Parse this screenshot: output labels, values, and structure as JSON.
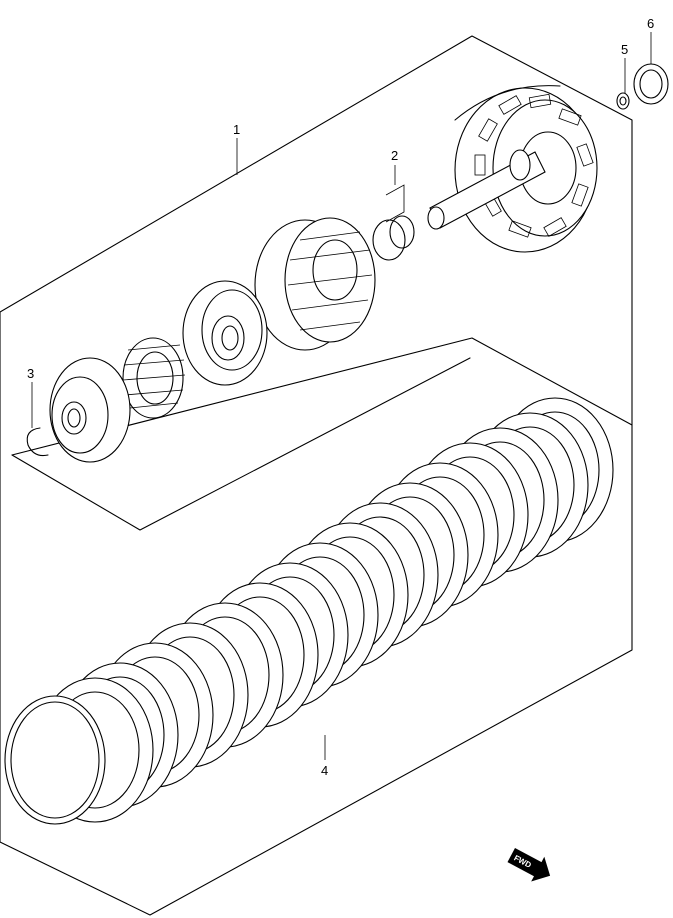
{
  "callouts": [
    {
      "id": "1",
      "label": "1"
    },
    {
      "id": "2",
      "label": "2"
    },
    {
      "id": "3",
      "label": "3"
    },
    {
      "id": "4",
      "label": "4"
    },
    {
      "id": "5",
      "label": "5"
    },
    {
      "id": "6",
      "label": "6"
    }
  ],
  "fwd_marker": {
    "label": "FWD",
    "icon": "fwd-arrow-icon"
  }
}
